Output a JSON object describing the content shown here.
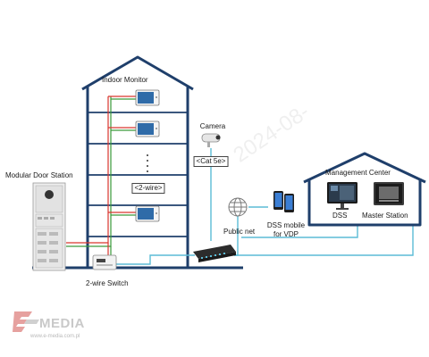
{
  "labels": {
    "indoor_monitor": "Indoor Monitor",
    "camera": "Camera",
    "cat5e": "<Cat 5e>",
    "modular_door_station": "Modular Door Station",
    "two_wire": "<2-wire>",
    "public_net": "Public net",
    "dss_mobile": "DSS mobile",
    "for_vdp": "for VDP",
    "management_center": "Management Center",
    "dss": "DSS",
    "master_station": "Master Station",
    "two_wire_switch": "2-wire Switch"
  },
  "watermark": {
    "text": "2024-08-"
  },
  "logo": {
    "text": "E-MEDIA",
    "website": "www.e-media.com.pl"
  },
  "colors": {
    "building_outline": "#1f3f6b",
    "wire_red": "#d9362f",
    "wire_green": "#3a9a3a",
    "network_cable": "#5bbcd6",
    "logo_red": "#c9302c"
  }
}
